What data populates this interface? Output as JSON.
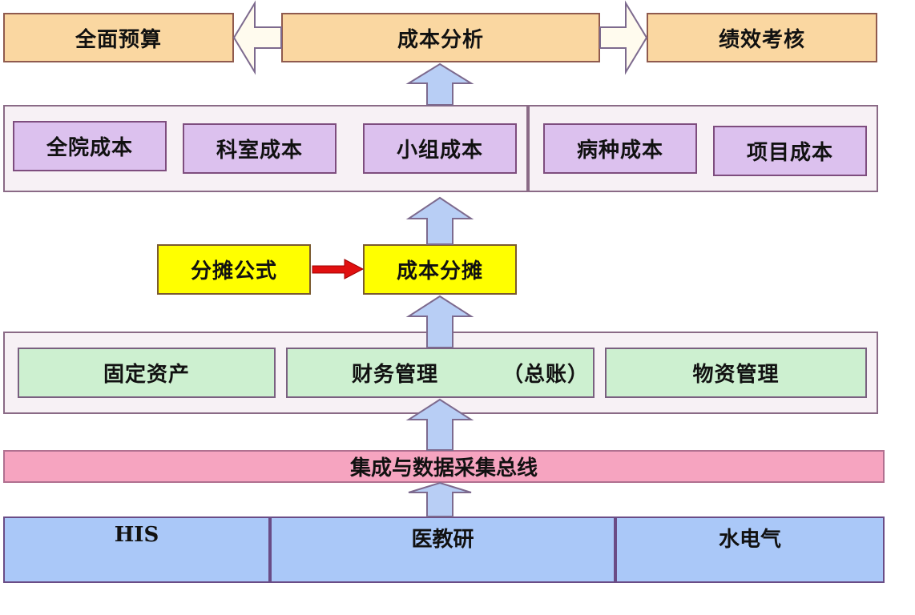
{
  "top_row": {
    "budget": "全面预算",
    "analysis": "成本分析",
    "performance": "绩效考核"
  },
  "cost_objects": {
    "left": [
      "全院成本",
      "科室成本",
      "小组成本"
    ],
    "right": [
      "病种成本",
      "项目成本"
    ]
  },
  "allocation": {
    "formula": "分摊公式",
    "cost_allocation": "成本分摊"
  },
  "systems": {
    "fixed_assets": "固定资产",
    "finance": "财务管理",
    "finance_note": "（总账）",
    "materials": "物资管理"
  },
  "bus": {
    "label": "集成与数据采集总线"
  },
  "sources": {
    "his": "HIS",
    "edu_research": "医教研",
    "utilities": "水电气"
  },
  "colors": {
    "up_arrow": "#b8cef5",
    "side_arrow_fill": "#fffbee",
    "formula_arrow": "#e01010"
  }
}
